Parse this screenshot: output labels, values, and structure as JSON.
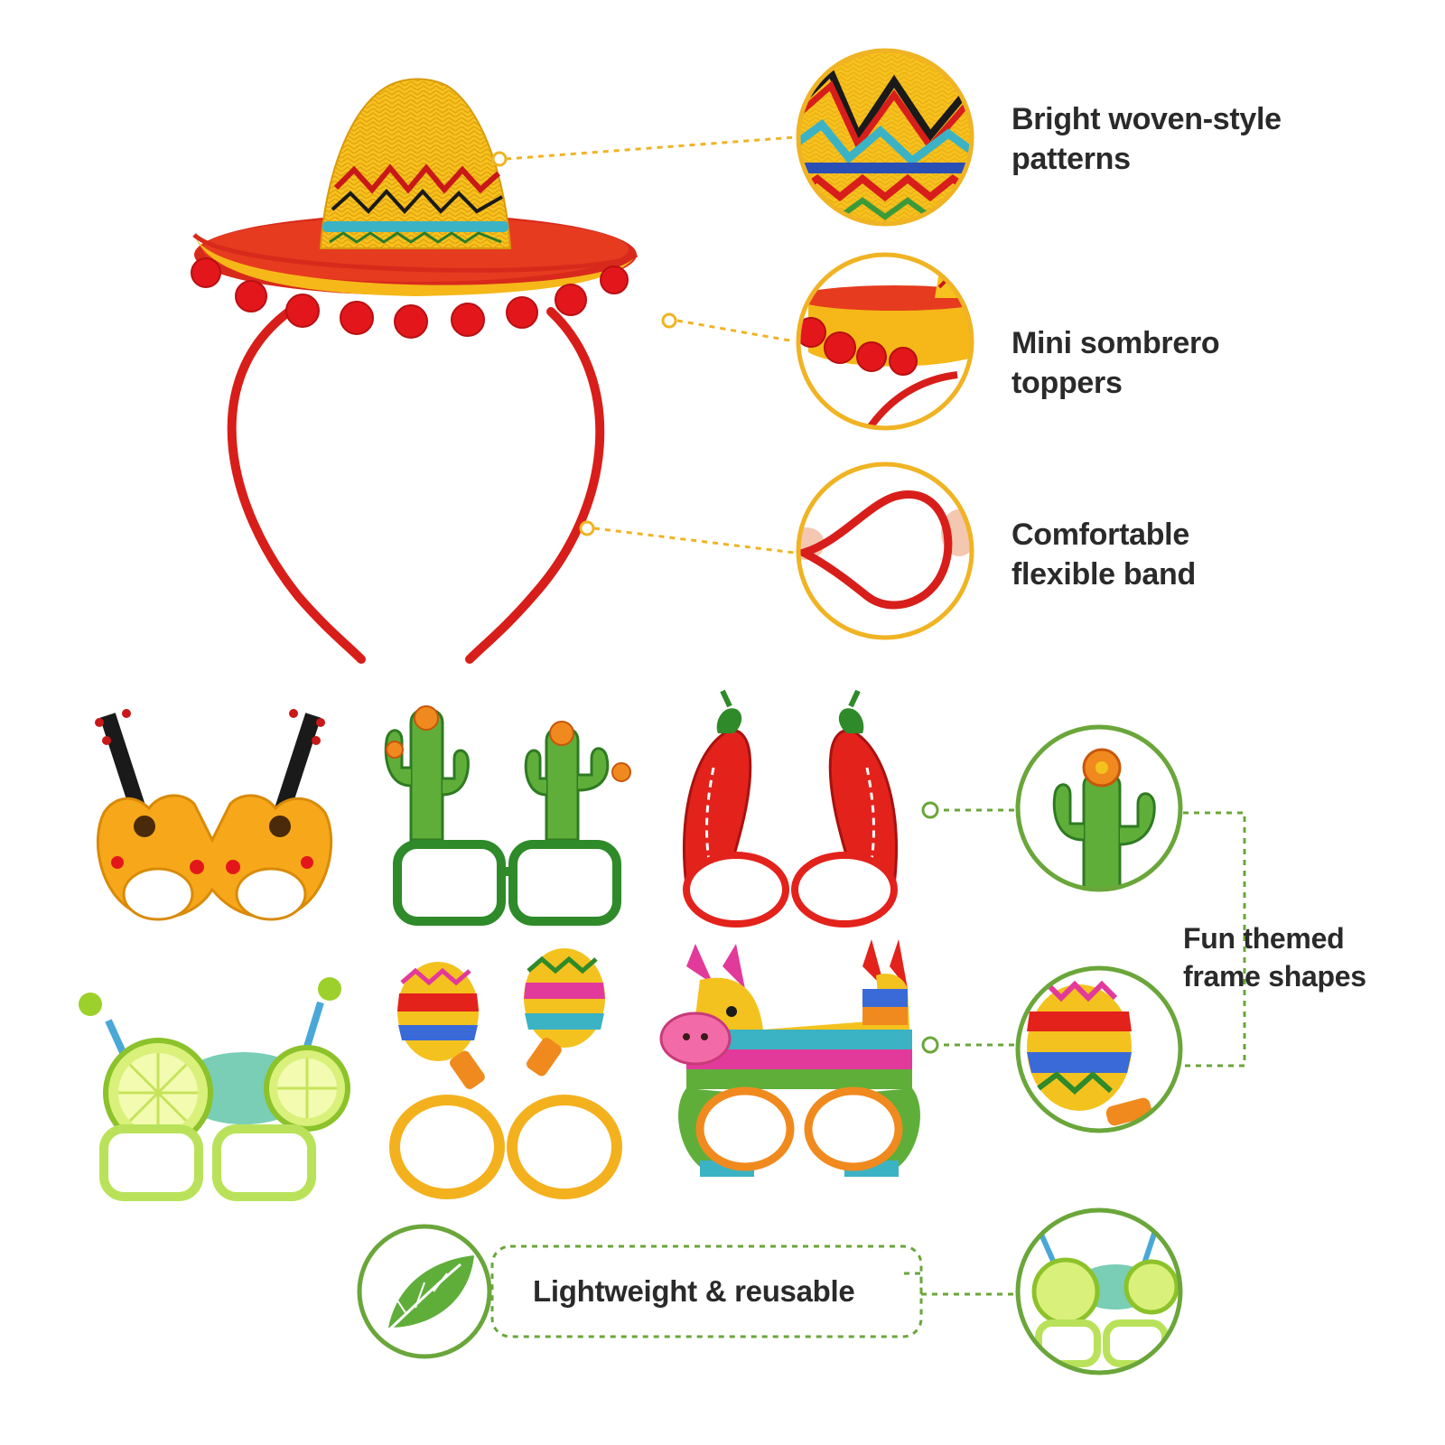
{
  "features": {
    "patterns": {
      "line1": "Bright woven-style",
      "line2": "patterns"
    },
    "toppers": {
      "line1": "Mini sombrero",
      "line2": "toppers"
    },
    "band": {
      "line1": "Comfortable",
      "line2": "flexible band"
    },
    "frames": {
      "line1": "Fun themed",
      "line2": "frame shapes"
    },
    "lightweight": {
      "label": "Lightweight & reusable"
    }
  },
  "colors": {
    "sombrero_yellow": "#f5b818",
    "sombrero_red": "#e0201b",
    "callout_gold": "#f0b323",
    "callout_green": "#6aa63a",
    "text": "#2a2a2a"
  },
  "icons": [
    "sombrero-headband",
    "guitar-glasses",
    "cactus-glasses",
    "chili-glasses",
    "lime-glasses",
    "maraca-glasses",
    "pinata-glasses",
    "leaf-icon"
  ]
}
